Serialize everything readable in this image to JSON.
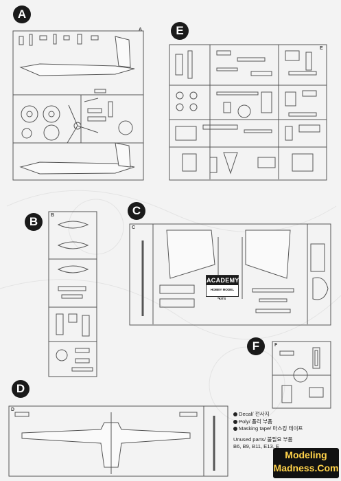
{
  "sections": {
    "A": {
      "letter": "A",
      "tag": "A"
    },
    "B": {
      "letter": "B",
      "tag": "B"
    },
    "C": {
      "letter": "C",
      "tag": "C"
    },
    "D": {
      "letter": "D",
      "tag": "D"
    },
    "E": {
      "letter": "E",
      "tag": "E"
    },
    "F": {
      "letter": "F",
      "tag": "F"
    }
  },
  "legend": {
    "decal": "Decal/ 전사지",
    "poly": "Poly/ 폴리 부품",
    "masking": "Masking tape/ 마스킹 테이프",
    "unused_label": "Unused parts/ 불필요 부품",
    "unused_parts": "B6, B9, B11, E13, E"
  },
  "academy_logo": {
    "brand": "ACADEMY",
    "sub": "HOBBY MODEL KITS"
  },
  "side_stamp": "",
  "watermark_logo": {
    "line1": "Modeling",
    "line2": "Madness.Com"
  },
  "colors": {
    "line": "#555555",
    "badge": "#1a1a1a",
    "paper": "#f3f3f3",
    "logo": "#ffd24a"
  }
}
